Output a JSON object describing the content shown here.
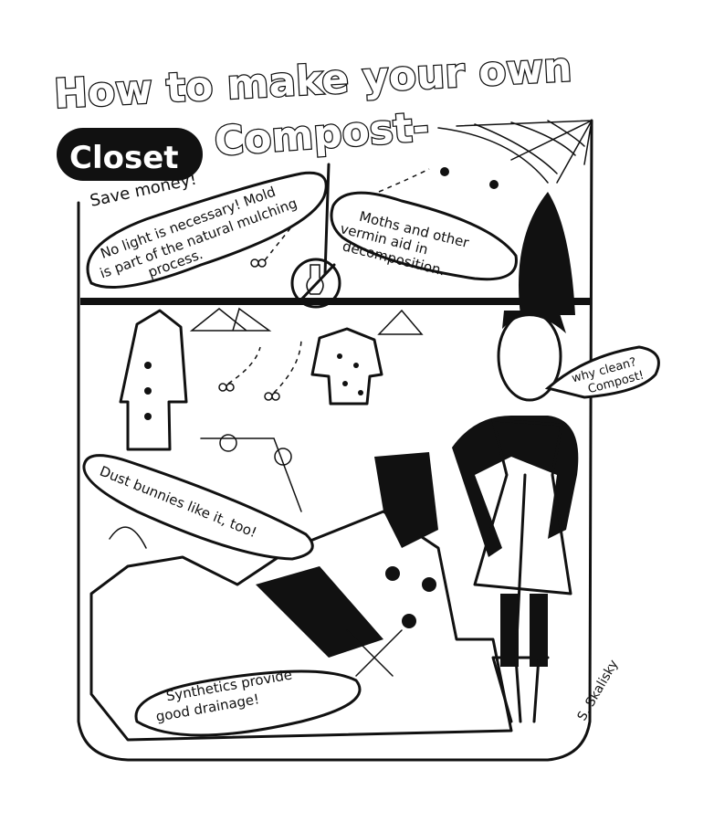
{
  "cartoon": {
    "title_line1": "How to make your own",
    "title_closet": "Closet",
    "title_compost": "Compost-",
    "caption_save_money": "Save money!",
    "bubble_light": [
      "No light is necessary! Mold",
      "is part of the natural mulching",
      "process."
    ],
    "bubble_moths": [
      "Moths and other",
      "vermin aid in",
      "decomposition."
    ],
    "bubble_woman": [
      "why clean?",
      "Compost!"
    ],
    "bubble_dust": "Dust bunnies like it, too!",
    "bubble_synthetics": [
      "Synthetics provide",
      "good drainage!"
    ],
    "signature": "S. Skalisky"
  },
  "colors": {
    "ink": "#111111",
    "paper": "#ffffff"
  }
}
